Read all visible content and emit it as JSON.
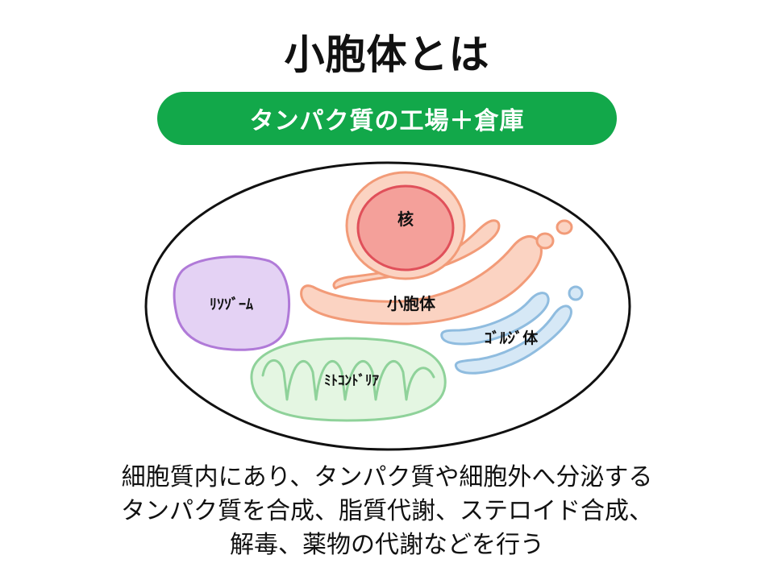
{
  "title": "小胞体とは",
  "banner": "タンパク質の工場＋倉庫",
  "labels": {
    "nucleus": "核",
    "er": "小胞体",
    "lysosome": "ﾘｿｿﾞｰﾑ",
    "golgi": "ｺﾞﾙｼﾞ体",
    "mitochondria": "ﾐﾄｺﾝﾄﾞﾘｱ"
  },
  "description": [
    "細胞質内にあり、タンパク質や細胞外へ分泌する",
    "タンパク質を合成、脂質代謝、ステロイド合成、",
    "解毒、薬物の代謝などを行う"
  ],
  "colors": {
    "banner": "#12a84a",
    "nucleus_fill": "#f4a09a",
    "nucleus_border": "#e0505a",
    "er_fill": "#fbd3c2",
    "er_stroke": "#f29b78",
    "lysosome_fill": "#e4d2f4",
    "lysosome_stroke": "#b07ad8",
    "golgi_fill": "#d6e8f6",
    "golgi_stroke": "#8fbcdf",
    "mito_fill": "#e4f6e2",
    "mito_stroke": "#8fd29a"
  }
}
